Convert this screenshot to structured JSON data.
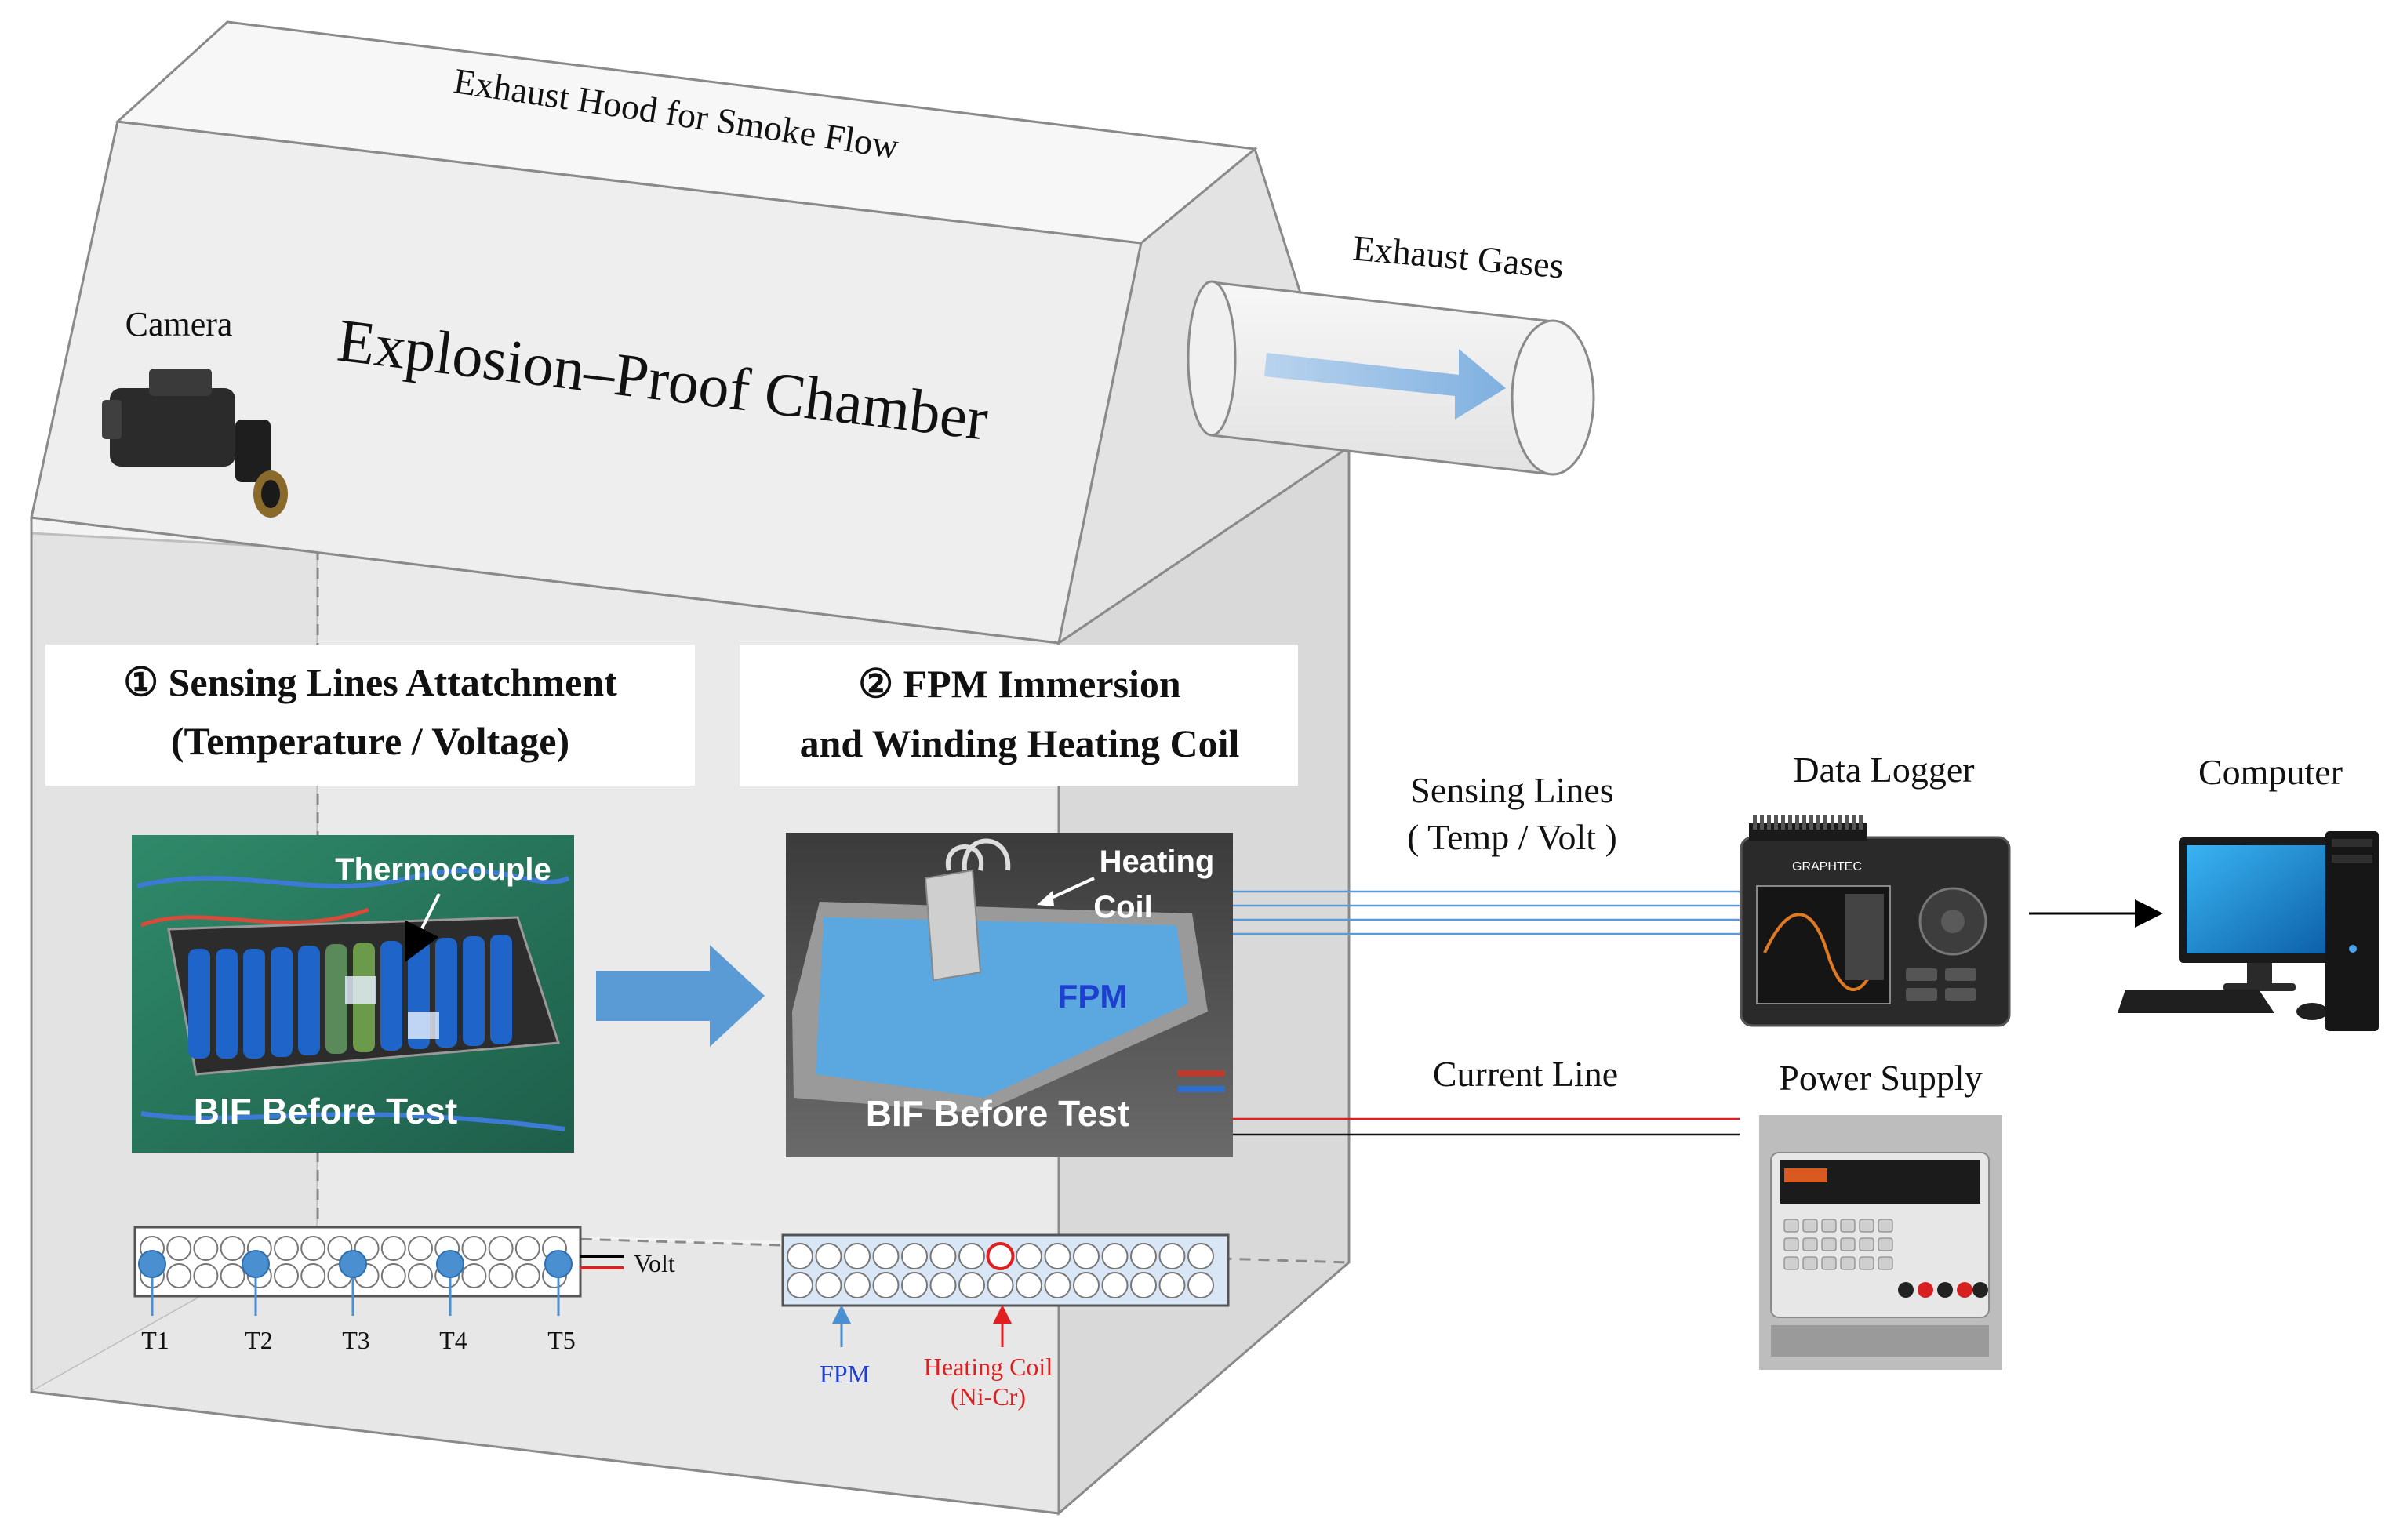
{
  "chamber": {
    "hood_label": "Exhaust Hood for Smoke Flow",
    "exhaust_label": "Exhaust Gases",
    "camera_label": "Camera",
    "chamber_title": "Explosion–Proof Chamber"
  },
  "step1": {
    "title_line1": "① Sensing Lines Attatchment",
    "title_line2": "(Temperature / Voltage)",
    "photo_label": "Thermocouple",
    "photo_caption": "BIF Before Test",
    "volt_label": "Volt",
    "sensor_labels": [
      "T1",
      "T2",
      "T3",
      "T4",
      "T5"
    ]
  },
  "step2": {
    "title_line1": "② FPM Immersion",
    "title_line2": "and Winding Heating Coil",
    "photo_label_line1": "Heating",
    "photo_label_line2": "Coil",
    "photo_fpm": "FPM",
    "photo_caption": "BIF Before Test",
    "fpm_label": "FPM",
    "coil_label_line1": "Heating Coil",
    "coil_label_line2": "(Ni-Cr)"
  },
  "equipment": {
    "sensing_line1": "Sensing Lines",
    "sensing_line2": "( Temp / Volt )",
    "current_line": "Current Line",
    "data_logger": "Data Logger",
    "computer": "Computer",
    "power_supply": "Power Supply",
    "logger_brand": "GRAPHTEC"
  },
  "colors": {
    "chamber_fill": "#e6e6e6",
    "hood_fill": "#f4f4f4",
    "arrow_blue": "#5b9bd5",
    "fpm_blue": "#1f3fd0",
    "coil_red": "#e02020",
    "sensor_blue": "#4a8fd0"
  }
}
